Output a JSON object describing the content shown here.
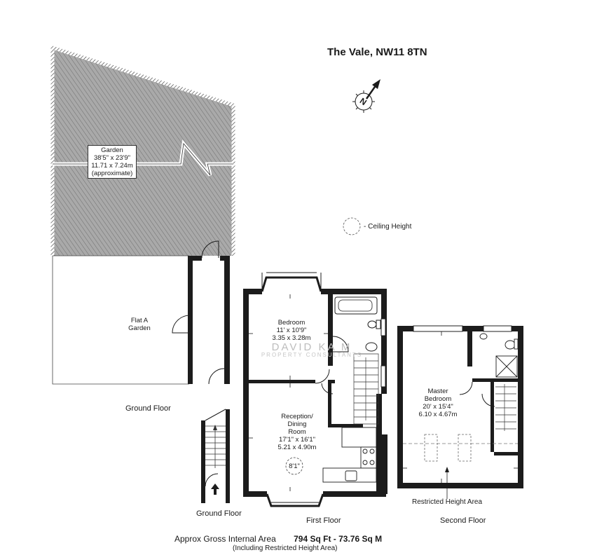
{
  "title": "The Vale, NW11 8TN",
  "compass": {
    "letter": "N",
    "icon": "north-arrow-icon"
  },
  "legend": {
    "label": "- Ceiling Height",
    "icon": "ceiling-height-circle-icon"
  },
  "garden": {
    "name": "Garden",
    "imperial": "38'5\" x 23'9\"",
    "metric": "11.71 x 7.24m",
    "note": "(approximate)"
  },
  "flat_a": {
    "line1": "Flat A",
    "line2": "Garden"
  },
  "bedroom": {
    "name": "Bedroom",
    "imperial": "11' x 10'9\"",
    "metric": "3.35 x 3.28m"
  },
  "reception": {
    "line1": "Reception/",
    "line2": "Dining",
    "line3": "Room",
    "imperial": "17'1\" x 16'1\"",
    "metric": "5.21 x 4.90m",
    "ceiling": "8'1\""
  },
  "master": {
    "line1": "Master",
    "line2": "Bedroom",
    "imperial": "20' x 15'4\"",
    "metric": "6.10 x 4.67m"
  },
  "labels": {
    "ground_floor_1": "Ground Floor",
    "ground_floor_2": "Ground Floor",
    "first_floor": "First Floor",
    "second_floor": "Second Floor",
    "restricted": "Restricted Height Area"
  },
  "area": {
    "prefix": "Approx Gross Internal Area",
    "value": "794 Sq Ft  -  73.76 Sq M",
    "note": "(Including Restricted Height Area)"
  },
  "watermark": {
    "line1": "DAVID KA M",
    "line2": "PROPERTY CONSULTANTS"
  },
  "colors": {
    "wall": "#1c1c1c",
    "garden_fill": "#a9a9a9",
    "hatch": "#5a5a5a"
  }
}
